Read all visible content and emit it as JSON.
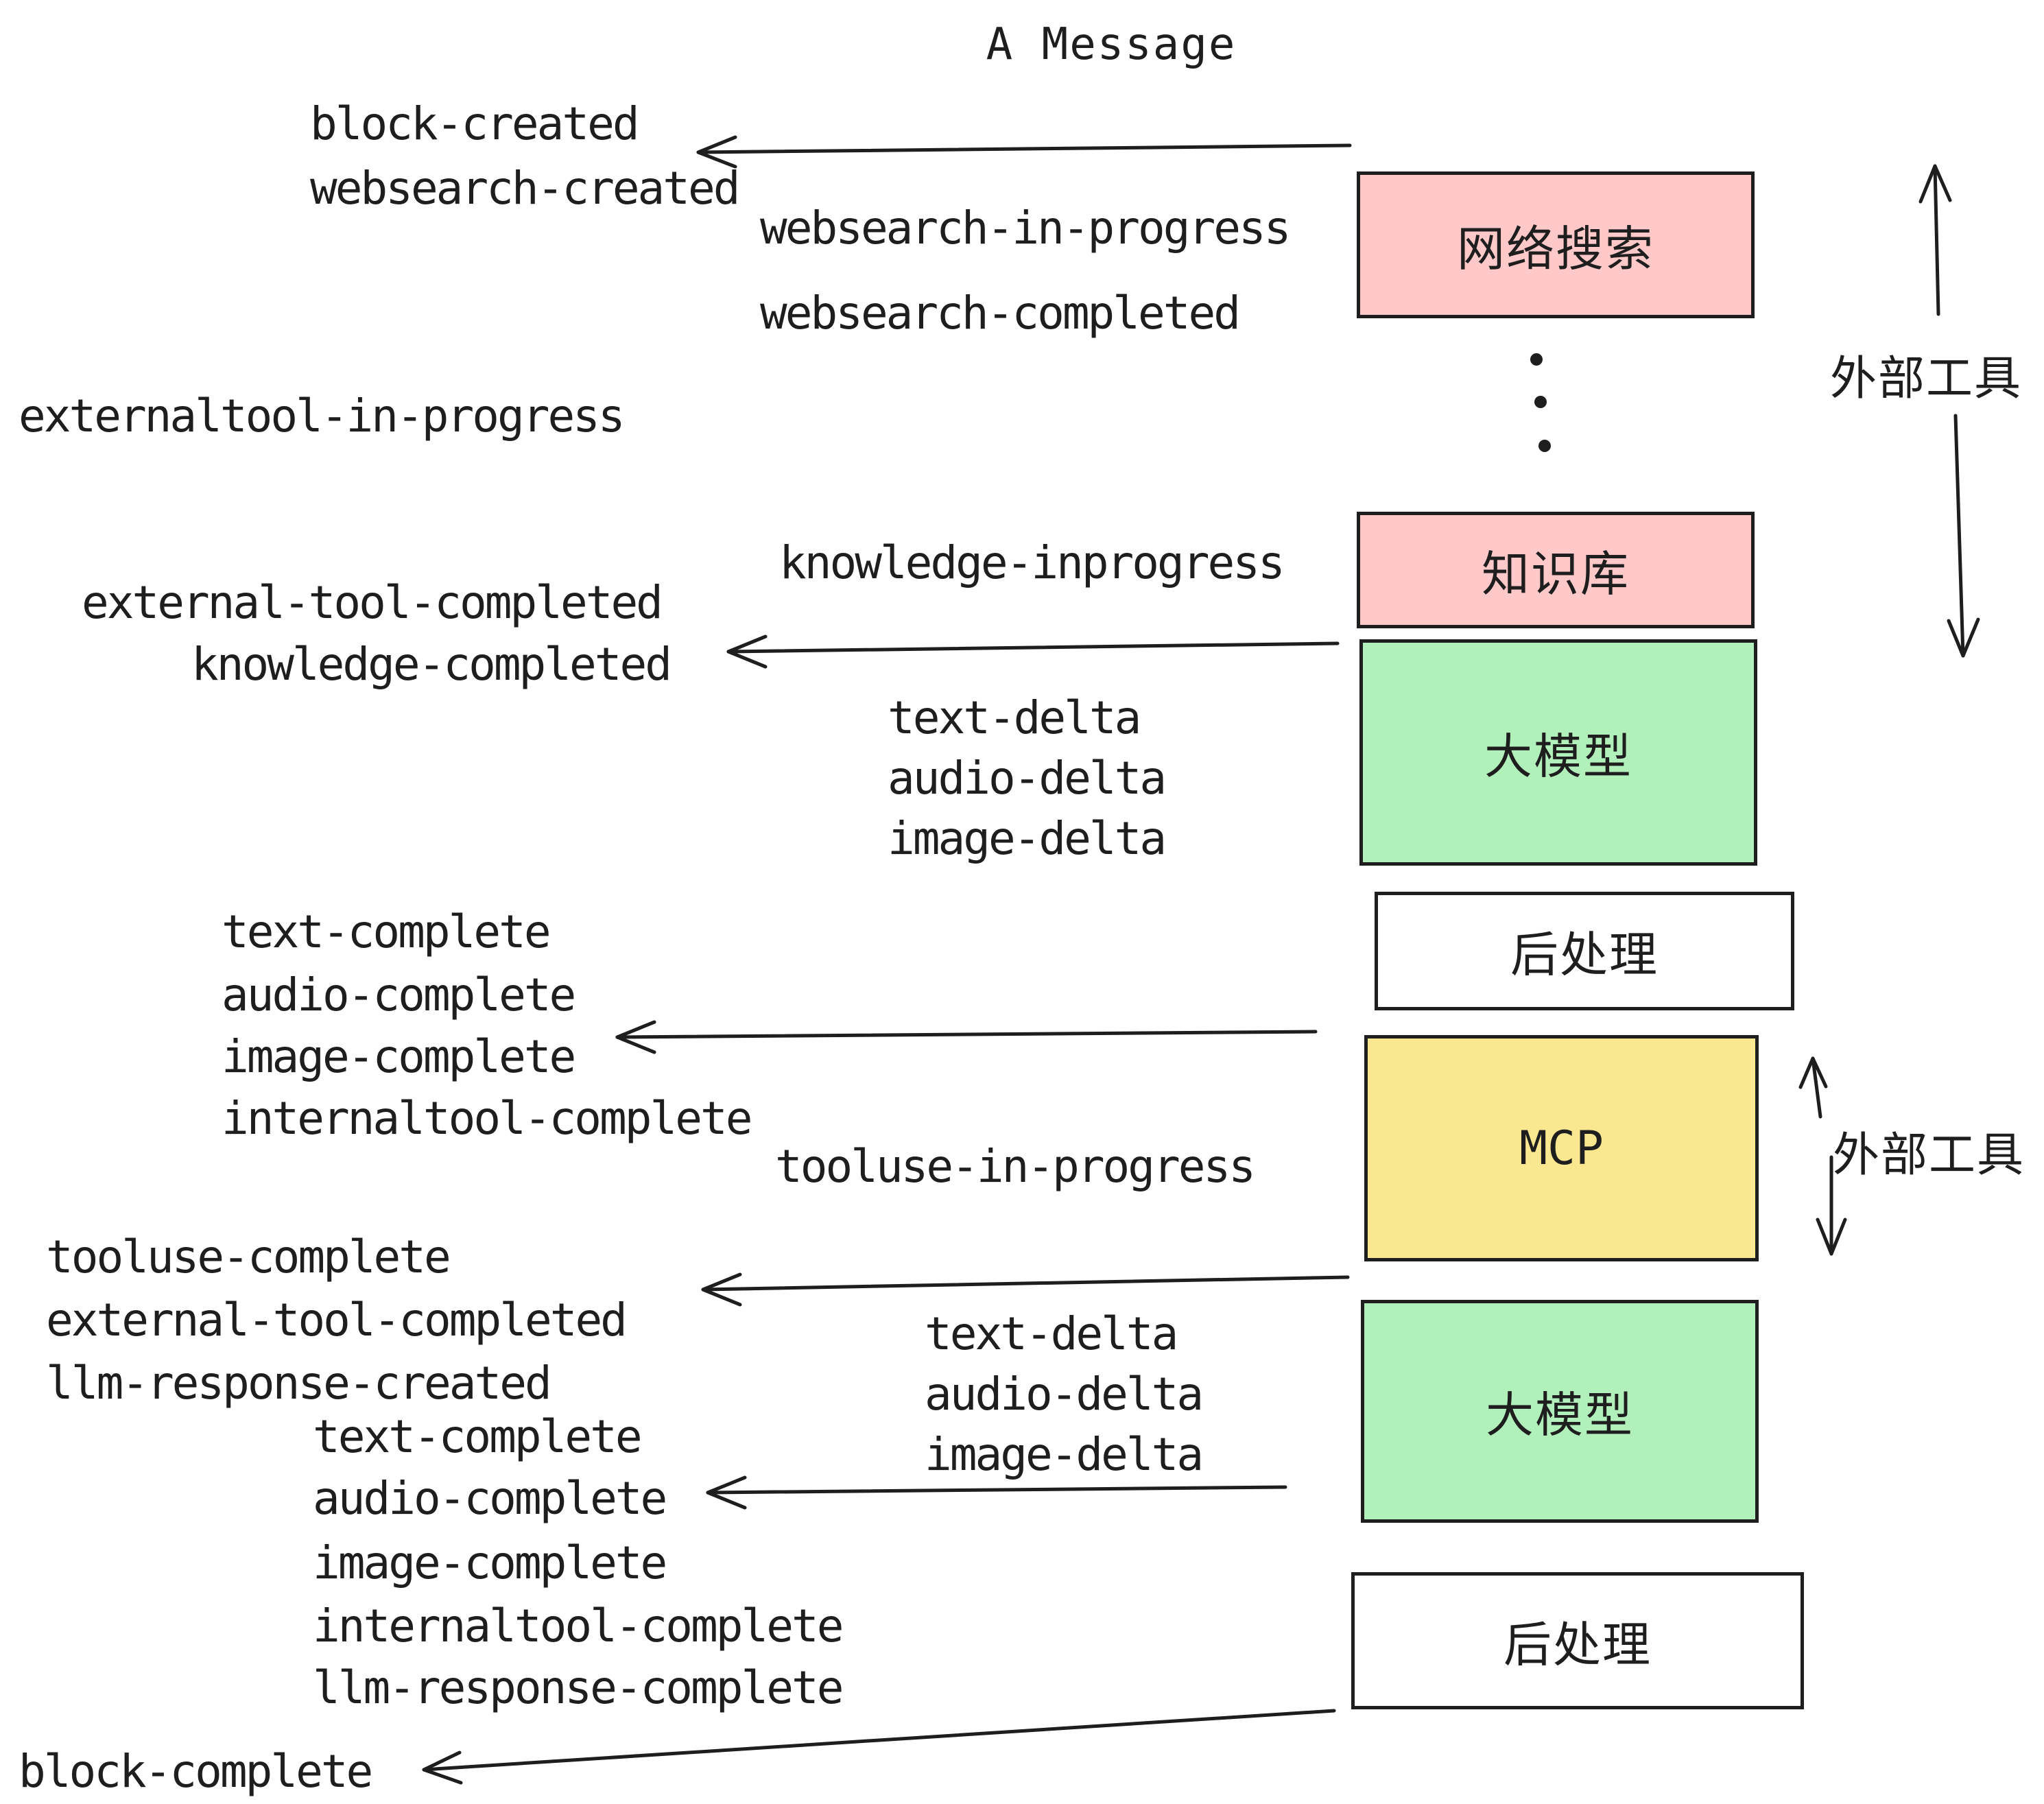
{
  "title": "A Message",
  "colors": {
    "box_pink": "#ffc9c9",
    "box_green": "#b2f0bb",
    "box_yellow": "#fae78f",
    "box_white": "#ffffff",
    "stroke": "#1e1e1e"
  },
  "boxes": [
    {
      "id": "websearch",
      "label": "网络搜索"
    },
    {
      "id": "knowledge-base",
      "label": "知识库"
    },
    {
      "id": "llm-1",
      "label": "大模型"
    },
    {
      "id": "postprocess-1",
      "label": "后处理"
    },
    {
      "id": "mcp",
      "label": "MCP"
    },
    {
      "id": "llm-2",
      "label": "大模型"
    },
    {
      "id": "postprocess-2",
      "label": "后处理"
    }
  ],
  "side_labels": [
    {
      "text": "外部工具"
    },
    {
      "text": "外部工具"
    }
  ],
  "events": [
    {
      "text": "block-created"
    },
    {
      "text": "websearch-created"
    },
    {
      "text": "websearch-in-progress"
    },
    {
      "text": "websearch-completed"
    },
    {
      "text": "externaltool-in-progress"
    },
    {
      "text": "knowledge-inprogress"
    },
    {
      "text": "external-tool-completed"
    },
    {
      "text": "knowledge-completed"
    },
    {
      "text": "text-delta"
    },
    {
      "text": "audio-delta"
    },
    {
      "text": "image-delta"
    },
    {
      "text": "text-complete"
    },
    {
      "text": "audio-complete"
    },
    {
      "text": "image-complete"
    },
    {
      "text": "internaltool-complete"
    },
    {
      "text": "tooluse-in-progress"
    },
    {
      "text": "tooluse-complete"
    },
    {
      "text": "external-tool-completed"
    },
    {
      "text": "llm-response-created"
    },
    {
      "text": "text-delta"
    },
    {
      "text": "audio-delta"
    },
    {
      "text": "image-delta"
    },
    {
      "text": "text-complete"
    },
    {
      "text": "audio-complete"
    },
    {
      "text": "image-complete"
    },
    {
      "text": "internaltool-complete"
    },
    {
      "text": "llm-response-complete"
    },
    {
      "text": "block-complete"
    }
  ]
}
